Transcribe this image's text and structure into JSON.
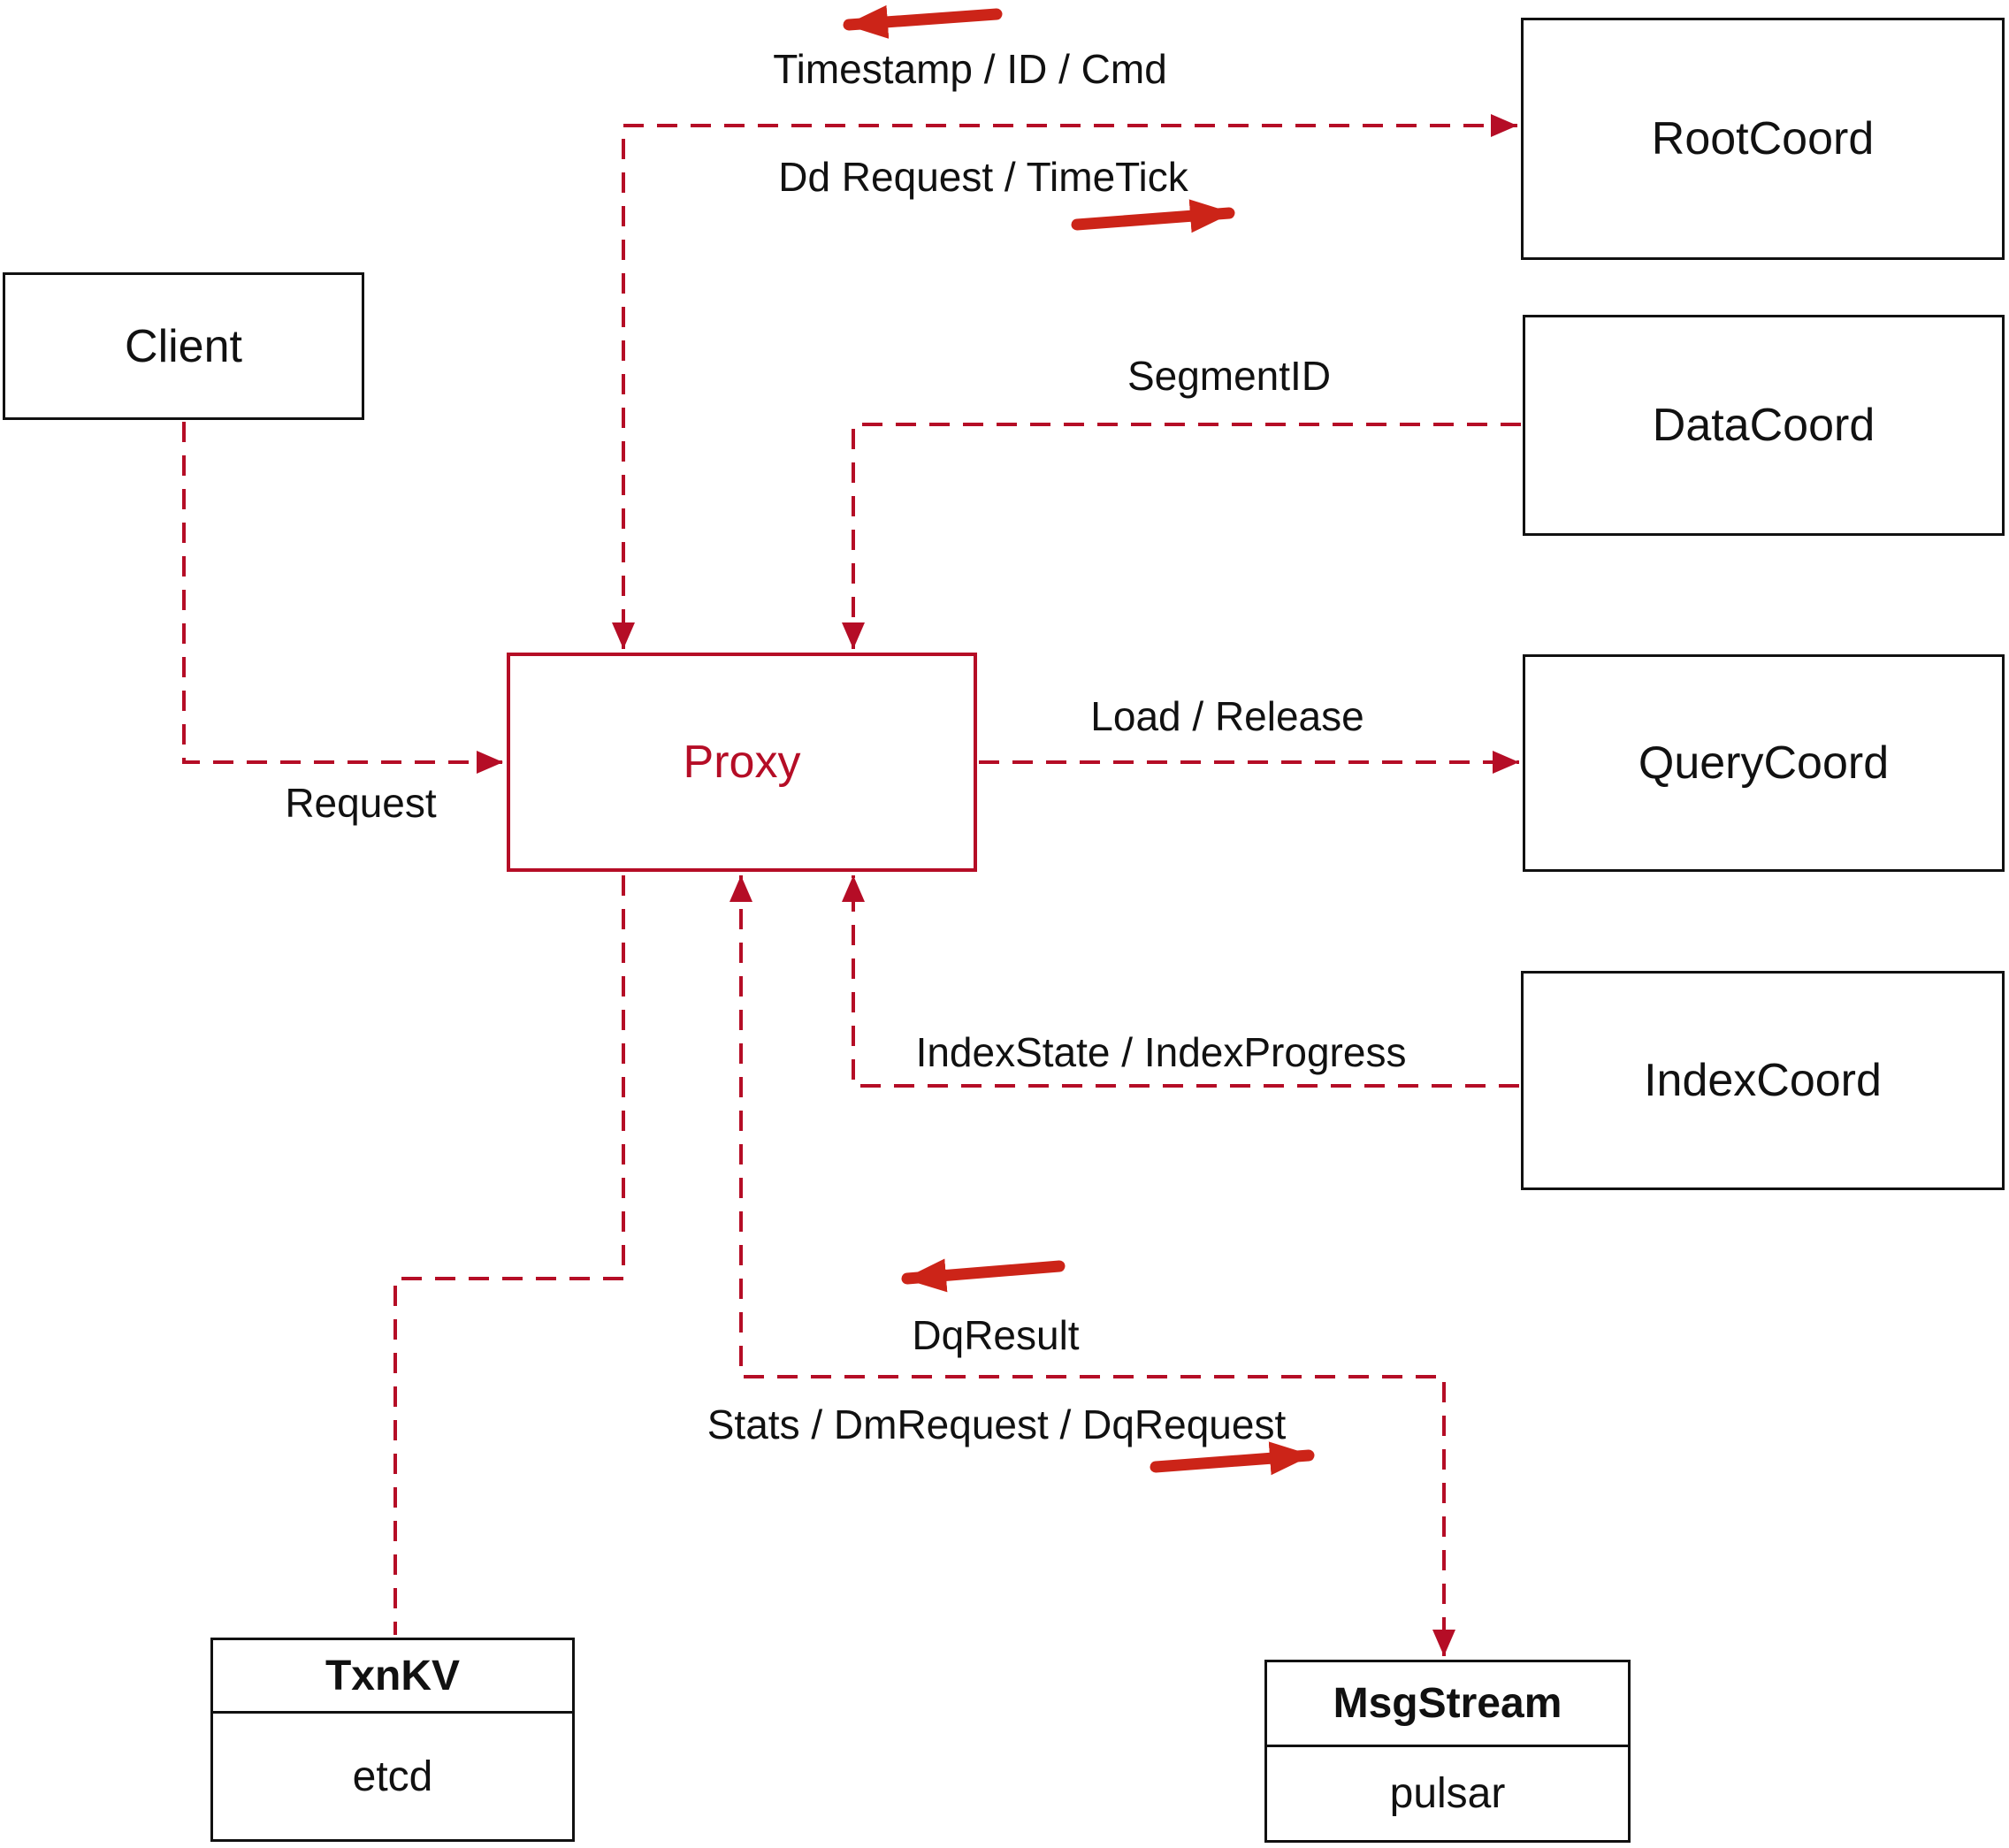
{
  "nodes": {
    "client": {
      "label": "Client"
    },
    "root_coord": {
      "label": "RootCoord"
    },
    "data_coord": {
      "label": "DataCoord"
    },
    "query_coord": {
      "label": "QueryCoord"
    },
    "index_coord": {
      "label": "IndexCoord"
    },
    "proxy": {
      "label": "Proxy"
    },
    "txn_kv": {
      "title": "TxnKV",
      "impl": "etcd"
    },
    "msg_stream": {
      "title": "MsgStream",
      "impl": "pulsar"
    }
  },
  "edges": {
    "root_to_proxy": {
      "label": "Timestamp / ID / Cmd"
    },
    "proxy_to_root": {
      "label": "Dd Request / TimeTick"
    },
    "data_to_proxy": {
      "label": "SegmentID"
    },
    "proxy_to_query": {
      "label": "Load / Release"
    },
    "index_to_proxy": {
      "label": "IndexState / IndexProgress"
    },
    "msg_to_proxy": {
      "label": "DqResult"
    },
    "proxy_to_msg": {
      "label": "Stats / DmRequest / DqRequest"
    },
    "client_to_proxy": {
      "label": "Request"
    }
  },
  "colors": {
    "connector": "#b50d26",
    "solid_arrow": "#cc2418",
    "node_border": "#111111",
    "node_text": "#111111",
    "background": "#ffffff"
  }
}
